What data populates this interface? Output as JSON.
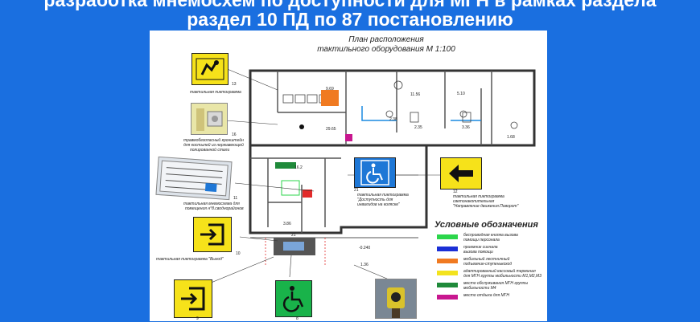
{
  "header": {
    "line1": "разработка мнемосхем по доступности для МГН в рамках раздела",
    "line2": "раздел 10 ПД по 87 постановлению"
  },
  "plan": {
    "title_line1": "План расположения",
    "title_line2": "тактильного оборудования М 1:100",
    "room_labels": [
      "9.69",
      "11.56",
      "5.10",
      "2.38",
      "2.35",
      "3.36",
      "1.68",
      "29.65",
      "16.2",
      "3.86",
      "21"
    ],
    "level_mark": "-0.240",
    "axis_mark": "1.36"
  },
  "items": [
    {
      "num": "13",
      "caption_l1": "тактильная пиктограмма"
    },
    {
      "num": "16",
      "caption_l1": "травмобезопасный кронштейн",
      "caption_l2": "для костылей из нержавеющей",
      "caption_l3": "полированной стали"
    },
    {
      "num": "11",
      "caption_l1": "тактильная мнемосхема для",
      "caption_l2": "помещения н°8.своднорайонов"
    },
    {
      "num": "10",
      "caption_l1": "тактильная пиктограмма \"Выход\""
    },
    {
      "num": "21",
      "caption_l1": "тактильная пиктограмма",
      "caption_l2": "\"Доступность для",
      "caption_l3": "инвалидов на коляске\""
    },
    {
      "num": "12",
      "caption_l1": "тактильная пиктограмма",
      "caption_l2": "светонакопительная",
      "caption_l3": "\"Направление движения.Поворот\""
    },
    {
      "num": "9"
    },
    {
      "num": "8"
    }
  ],
  "legend": {
    "title": "Условные обозначения",
    "rows": [
      {
        "color": "#2bd64b",
        "text_l1": "беспроводная кнопка вызова",
        "text_l2": "помощи персонала"
      },
      {
        "color": "#1b2fd6",
        "text_l1": "приемник сигнала",
        "text_l2": "вызова помощи"
      },
      {
        "color": "#f07a21",
        "text_l1": "мобильный лестничный",
        "text_l2": "подъемник-ступенькоход"
      },
      {
        "color": "#f3e31e",
        "text_l1": "адаптированный кассовый терминал",
        "text_l2": "для МГН группы мобильности М1,М2,М3"
      },
      {
        "color": "#1f8a3a",
        "text_l1": "место обслуживания МГН группы",
        "text_l2": "мобильности М4"
      },
      {
        "color": "#c8178f",
        "text_l1": "место отдыха для МГН",
        "text_l2": ""
      }
    ]
  },
  "colors": {
    "background": "#1a6fe0",
    "sign_yellow": "#f6e21a",
    "sign_green": "#19b34a",
    "sign_blue": "#1e77d6"
  }
}
